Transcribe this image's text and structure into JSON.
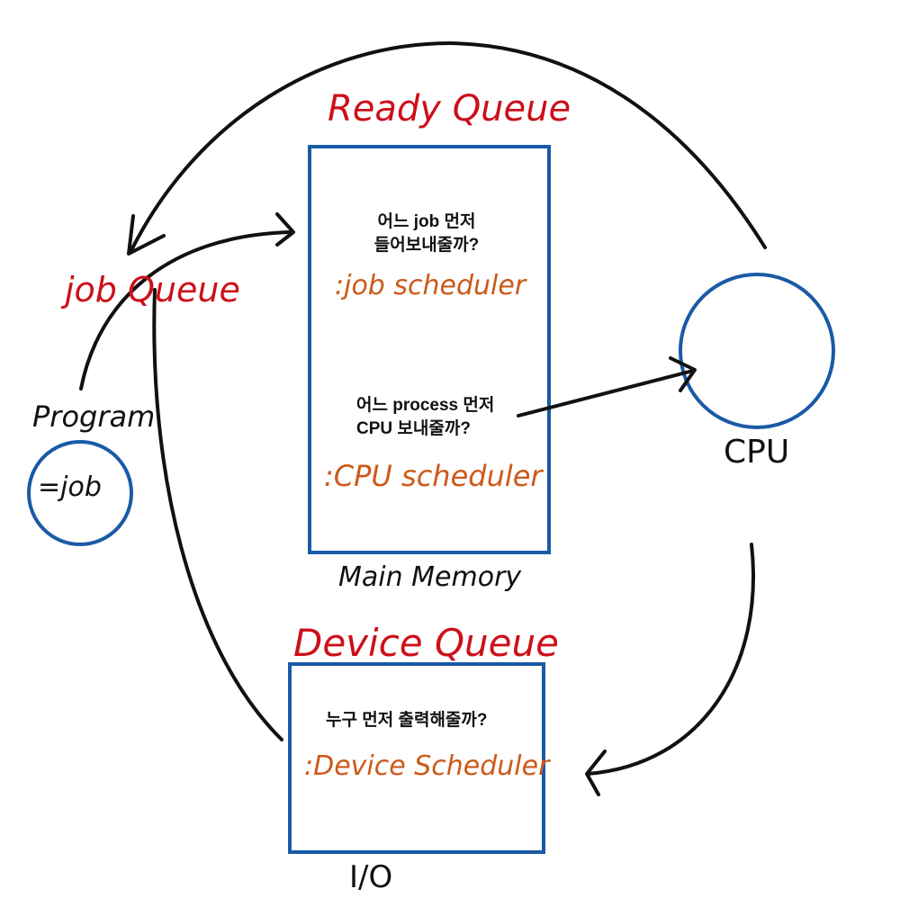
{
  "labels": {
    "ready_queue": "Ready Queue",
    "job_queue": "job Queue",
    "device_queue": "Device Queue",
    "program": "Program",
    "program_job": "=job",
    "cpu": "CPU",
    "main_memory": "Main Memory",
    "io": "I/O"
  },
  "ready_box": {
    "job_question_line1": "어느 job 먼저",
    "job_question_line2": "들어보내줄까?",
    "job_scheduler": ":job scheduler",
    "cpu_question_line1": "어느 process 먼저",
    "cpu_question_line2": "CPU 보내줄까?",
    "cpu_scheduler": ":CPU scheduler"
  },
  "device_box": {
    "question": "누구 먼저 출력해줄까?",
    "scheduler": ":Device Scheduler"
  },
  "colors": {
    "box_stroke": "#1a5aa6",
    "queue_label": "#cc1019",
    "scheduler_label": "#cc5a1a",
    "arrow": "#111111"
  }
}
